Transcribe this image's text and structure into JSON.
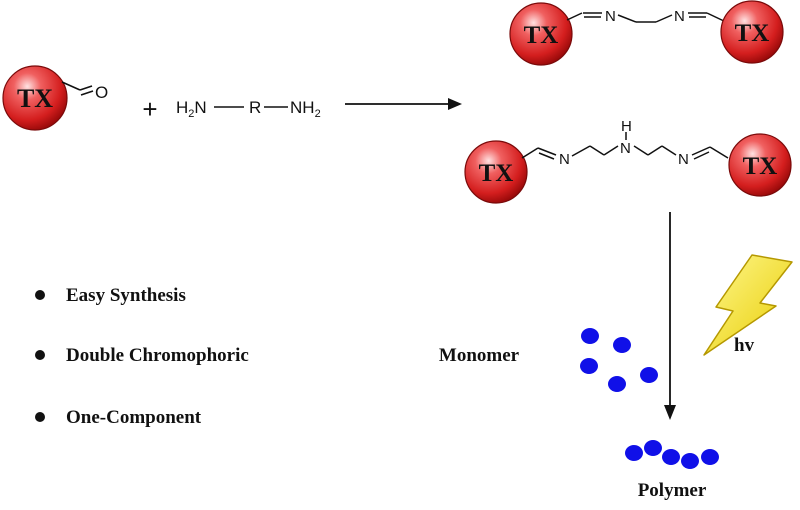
{
  "reactants": {
    "core_label": "TX",
    "carbonyl_oxygen": "O",
    "plus": "+",
    "amine_h2n": "H2N",
    "amine_r": "R",
    "amine_nh2": "NH2"
  },
  "product_top": {
    "left_core": "TX",
    "right_core": "TX",
    "n_left": "N",
    "n_right": "N"
  },
  "product_bottom": {
    "left_core": "TX",
    "right_core": "TX",
    "n_left": "N",
    "n_center": "N",
    "h_center": "H",
    "n_right": "N"
  },
  "features": [
    "Easy Synthesis",
    "Double Chromophoric",
    "One-Component"
  ],
  "photo": {
    "light_label": "hv",
    "monomer_label": "Monomer",
    "polymer_label": "Polymer"
  },
  "colors": {
    "sphere": "#e02828",
    "dot": "#1010e8",
    "bolt": "#f5e500"
  }
}
